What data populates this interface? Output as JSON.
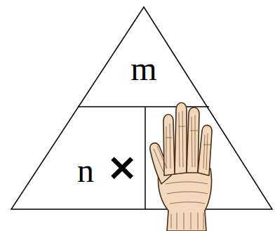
{
  "diagram": {
    "nodes": [
      {
        "text": [
          "m"
        ]
      },
      {
        "text": [
          "n"
        ]
      }
    ],
    "labels": [
      "×"
    ]
  }
}
